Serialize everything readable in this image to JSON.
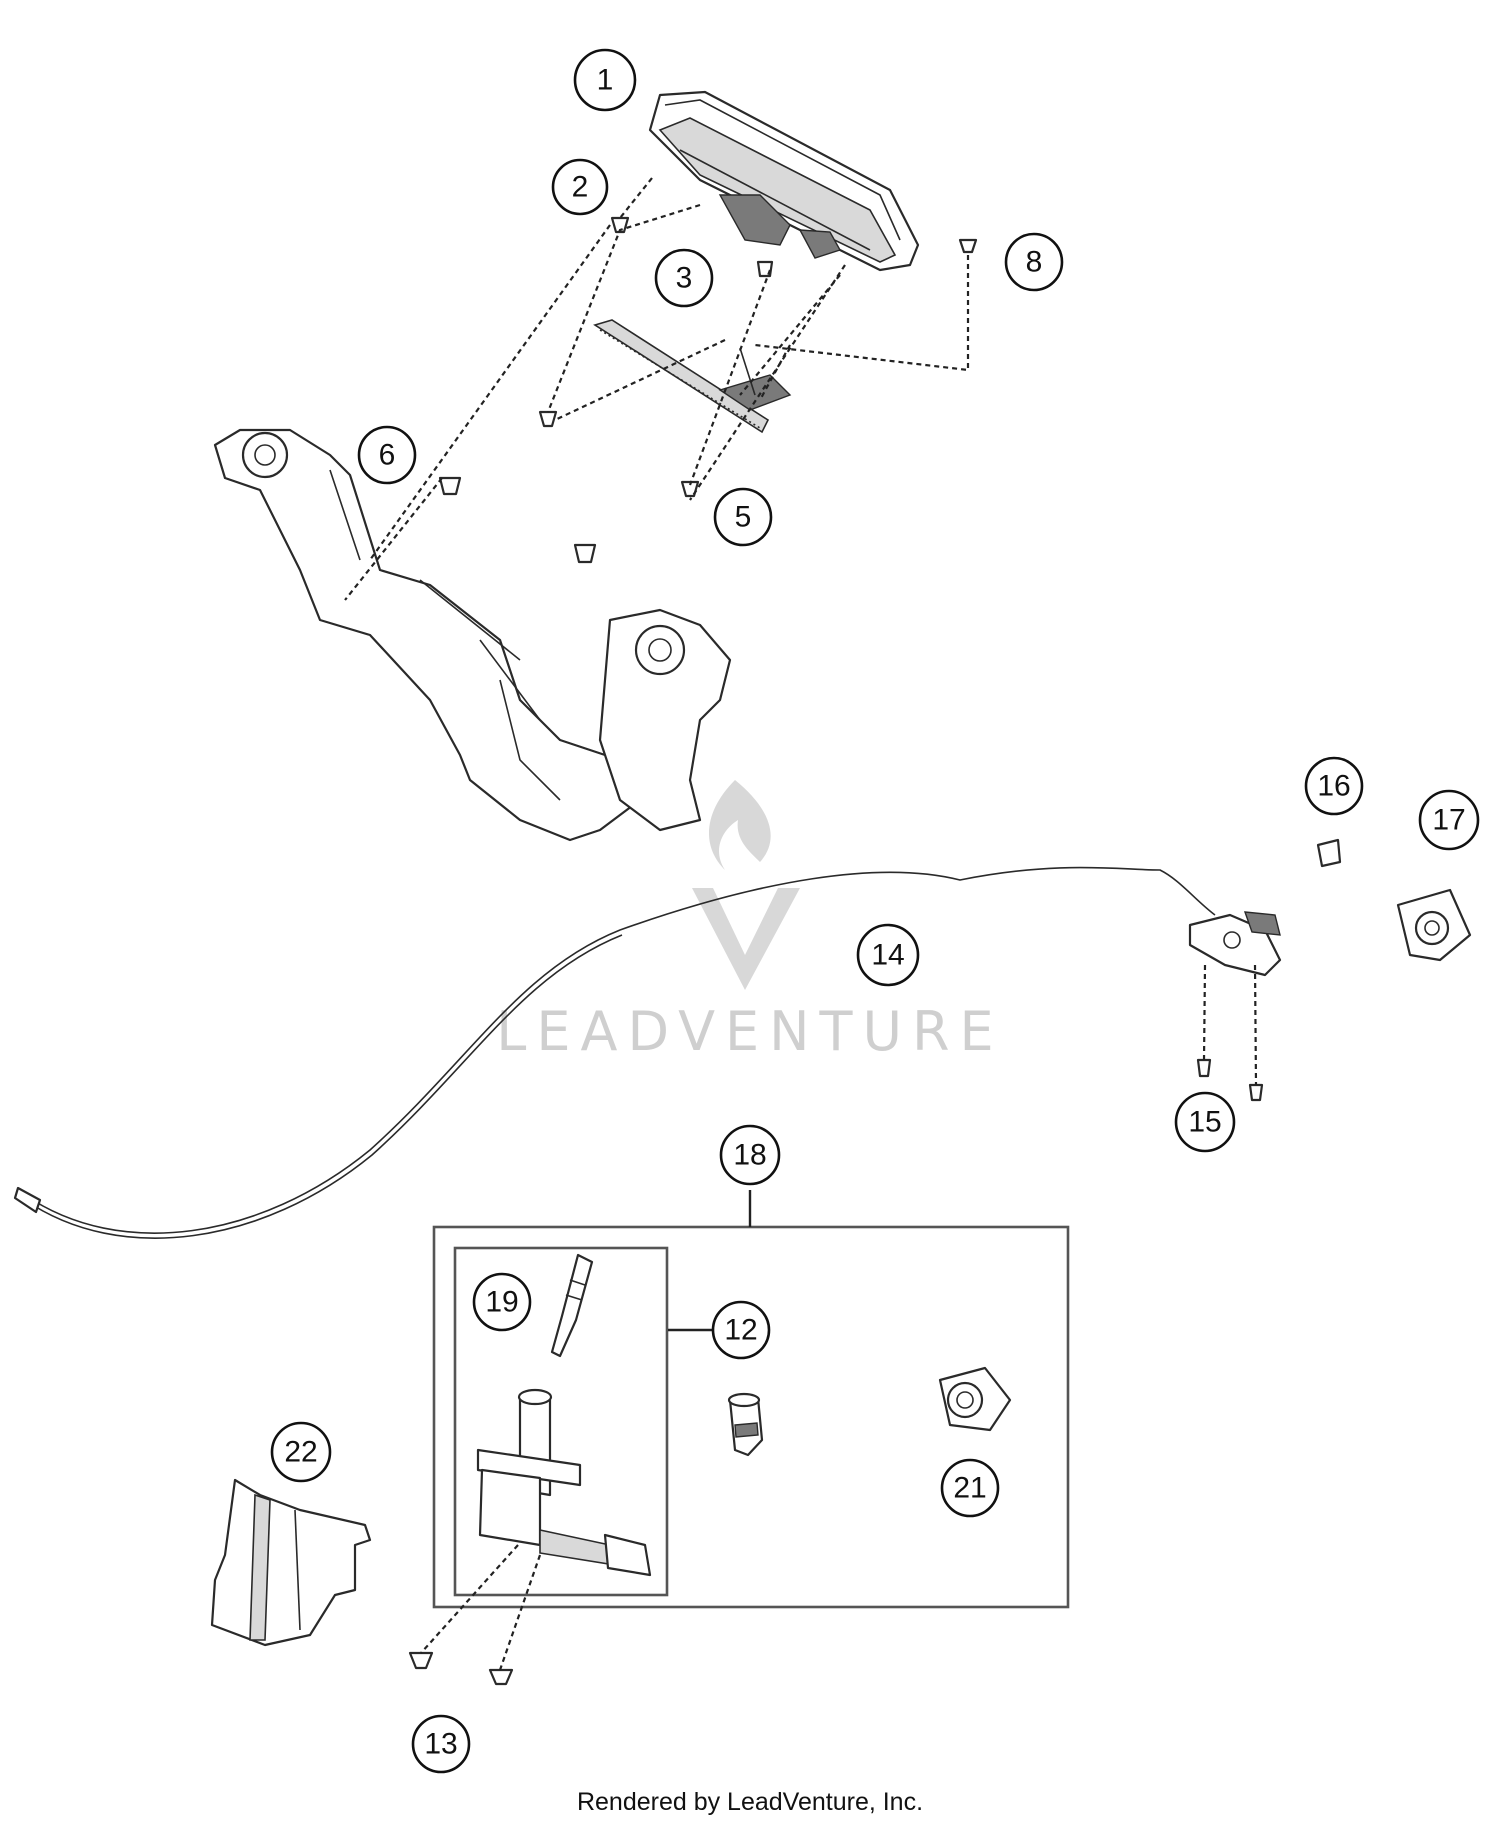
{
  "callouts": [
    {
      "label": "1"
    },
    {
      "label": "2"
    },
    {
      "label": "3"
    },
    {
      "label": "5"
    },
    {
      "label": "6"
    },
    {
      "label": "8"
    },
    {
      "label": "12"
    },
    {
      "label": "13"
    },
    {
      "label": "14"
    },
    {
      "label": "15"
    },
    {
      "label": "16"
    },
    {
      "label": "17"
    },
    {
      "label": "18"
    },
    {
      "label": "19"
    },
    {
      "label": "21"
    },
    {
      "label": "22"
    }
  ],
  "watermark": {
    "text": "LEADVENTURE"
  },
  "footer": {
    "credit": "Rendered by LeadVenture, Inc."
  }
}
